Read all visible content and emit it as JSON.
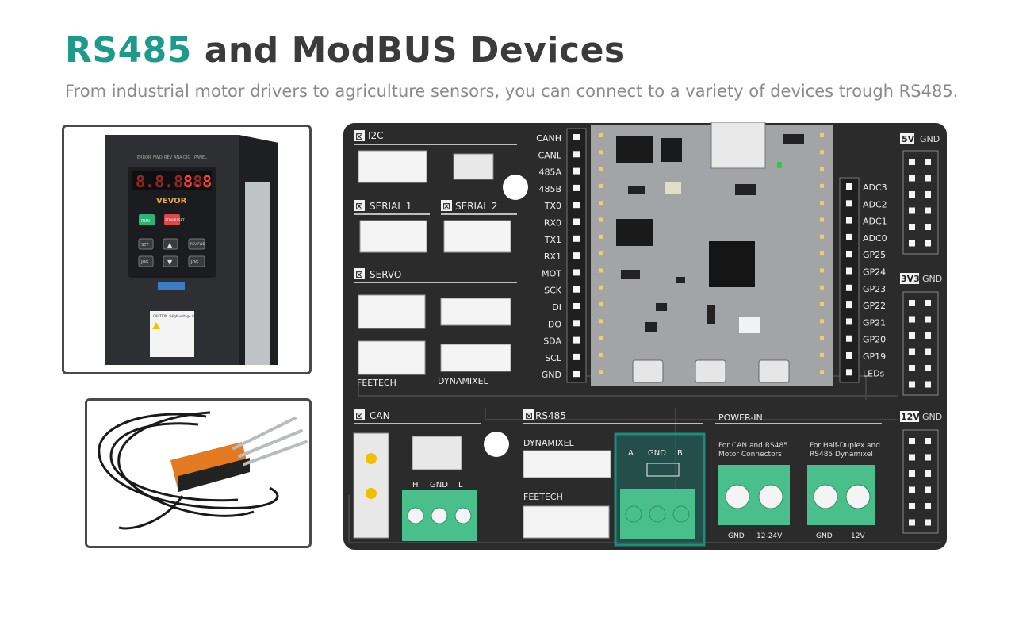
{
  "header": {
    "title_highlight": "RS485",
    "title_rest": " and ModBUS Devices",
    "subtitle": "From industrial motor drivers to agriculture sensors, you can connect to a variety of devices trough RS485."
  },
  "drive": {
    "brand": "VEVOR",
    "display": "8.8.8.8.",
    "display_red": "8.8",
    "status_labels": [
      "ERROR",
      "FWD",
      "REV",
      "ANA",
      "DIG",
      "PANEL"
    ],
    "buttons": [
      "RUN",
      "STOP RESET",
      "SET",
      "REV FWD",
      "JOG",
      "JOG"
    ],
    "warning_title": "CAUTION : High voltage inside."
  },
  "board": {
    "left_pins": [
      "CANH",
      "CANL",
      "485A",
      "485B",
      "TX0",
      "RX0",
      "TX1",
      "RX1",
      "MOT",
      "SCK",
      "DI",
      "DO",
      "SDA",
      "SCL",
      "GND"
    ],
    "right_pins": [
      "ADC3",
      "ADC2",
      "ADC1",
      "ADC0",
      "GP25",
      "GP24",
      "GP23",
      "GP22",
      "GP21",
      "GP20",
      "GP19",
      "LEDs"
    ],
    "section_i2c": "I2C",
    "section_serial1": "SERIAL 1",
    "section_serial2": "SERIAL 2",
    "section_servo": "SERVO",
    "label_feetech": "FEETECH",
    "label_dynamixel": "DYNAMIXEL",
    "section_can": "CAN",
    "can_pins": [
      "H",
      "GND",
      "L"
    ],
    "section_rs485": "RS485",
    "rs485_dynamixel": "DYNAMIXEL",
    "rs485_feetech": "FEETECH",
    "rs485_pins": [
      "A",
      "GND",
      "B"
    ],
    "section_power": "POWER-IN",
    "power1_desc_1": "For CAN and RS485",
    "power1_desc_2": "Motor Connectors",
    "power2_desc_1": "For Half-Duplex and",
    "power2_desc_2": "RS485 Dynamixel",
    "power1_pins": [
      "GND",
      "12-24V"
    ],
    "power2_pins": [
      "GND",
      "12V"
    ],
    "rail_5v": "5V",
    "rail_3v3": "3V3",
    "rail_12v": "12V",
    "rail_gnd": "GND"
  },
  "colors": {
    "accent": "#1f9a8a",
    "board": "#2b2b2b",
    "terminal": "#49c08c",
    "highlight_box": "#1d8c7c"
  }
}
